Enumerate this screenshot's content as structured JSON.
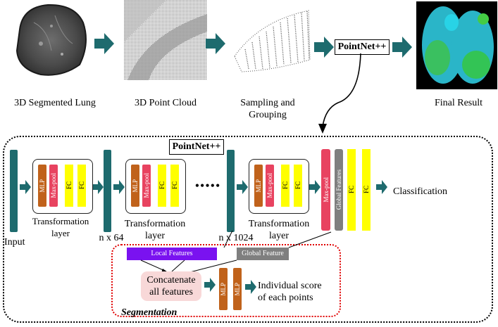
{
  "top": {
    "labels": {
      "lung": "3D Segmented Lung",
      "cloud": "3D Point Cloud",
      "sampling": "Sampling and\nGrouping",
      "final": "Final Result"
    },
    "pointnet_label": "PointNet++"
  },
  "main": {
    "pointnet_label": "PointNet++",
    "input_label": "Input",
    "nx64_label": "n x 64",
    "nx1024_label": "n x 1024",
    "dots_label": "•••••",
    "classification_label": "Classification",
    "transformation_label": "Transformation\nlayer",
    "mlp": "MLP",
    "maxpool": "Max-pool",
    "fc": "FC",
    "global_features_bar": "Global Features",
    "local_features": "Local Features",
    "global_feature_tag": "Global Feature",
    "concatenate": "Concatenate\nall features",
    "individual_score": "Individual score\nof each points",
    "segmentation": "Segmentation"
  },
  "colors": {
    "teal": "#1e6b6e",
    "mlp_orange": "#c0621b",
    "maxpool_red": "#e84360",
    "fc_yellow": "#ffff00",
    "global_gray": "#7f7f7f",
    "local_purple": "#7a12f0",
    "concat_pink": "#f8d8d8",
    "seg_red": "#e00000"
  },
  "icons": {
    "arrow": "teal-block-arrow-icon"
  }
}
